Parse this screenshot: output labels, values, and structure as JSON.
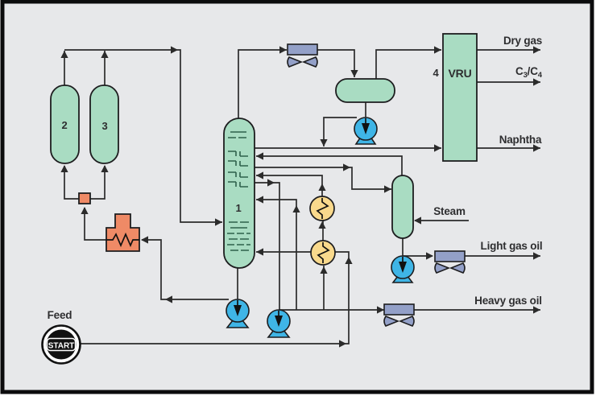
{
  "diagram": {
    "labels": {
      "feed": "Feed",
      "start": "START",
      "steam": "Steam",
      "dry_gas": "Dry gas",
      "c3c4": {
        "base1": "C",
        "sub1": "3",
        "base2": "/C",
        "sub2": "4"
      },
      "naphtha": "Naphtha",
      "light_gas_oil": "Light gas oil",
      "heavy_gas_oil": "Heavy gas oil",
      "vru": "VRU"
    },
    "equipment_numbers": {
      "main_column": "1",
      "reactor_a": "2",
      "reactor_b": "3",
      "vru_unit": "4"
    },
    "colors": {
      "background": "#e7e8ea",
      "line": "#2b2b2b",
      "stroke_dark": "#1d1d1f",
      "text_dark": "#2e2e30",
      "vessel_green": "#a9dcc2",
      "tray_green": "#2e604b",
      "furnace_orange": "#ef8a66",
      "pump_blue": "#3fb5e6",
      "exchanger_yellow": "#f9d98c",
      "cooler_slate": "#93a0c8"
    }
  }
}
